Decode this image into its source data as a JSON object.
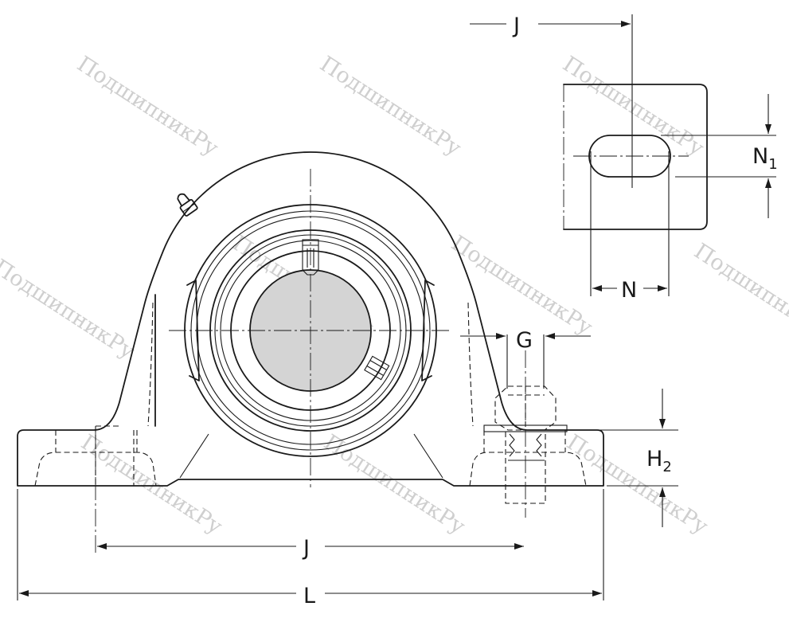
{
  "labels": {
    "j_top": "J",
    "j_bottom": "J",
    "l": "L",
    "n": "N",
    "g": "G",
    "n1_main": "N",
    "n1_sub": "1",
    "h2_main": "H",
    "h2_sub": "2"
  },
  "watermark": "ПодшипникРу",
  "colors": {
    "line": "#1a1a1a",
    "shaft": "#d4d4d4",
    "watermark": "#cfcfcf"
  }
}
